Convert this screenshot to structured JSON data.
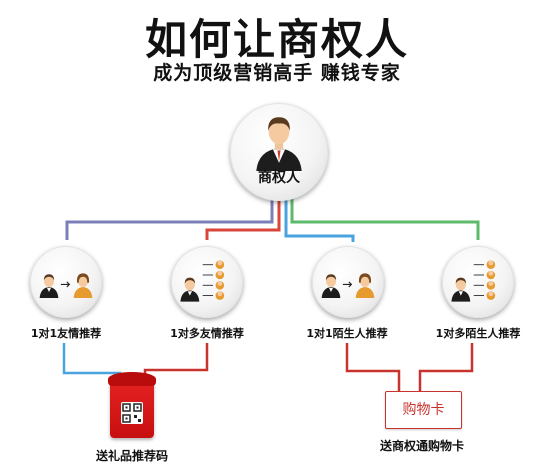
{
  "title": "如何让商权人",
  "subtitle": "成为顶级营销高手 赚钱专家",
  "root": {
    "label": "商权人"
  },
  "branches": [
    {
      "label": "1对1友情推荐"
    },
    {
      "label": "1对多友情推荐"
    },
    {
      "label": "1对1陌生人推荐"
    },
    {
      "label": "1对多陌生人推荐"
    }
  ],
  "outcomes": {
    "gift": {
      "label": "送礼品推荐码"
    },
    "card": {
      "text": "购物卡",
      "label": "送商权通购物卡"
    }
  },
  "colors": {
    "branch_1": "#7b7fb8",
    "branch_2": "#d9443b",
    "branch_3": "#4aa3df",
    "branch_4": "#5cba6a",
    "gift_line_blue": "#4aa3df",
    "gift_line_red": "#c8332e",
    "card_line": "#c8332e"
  }
}
